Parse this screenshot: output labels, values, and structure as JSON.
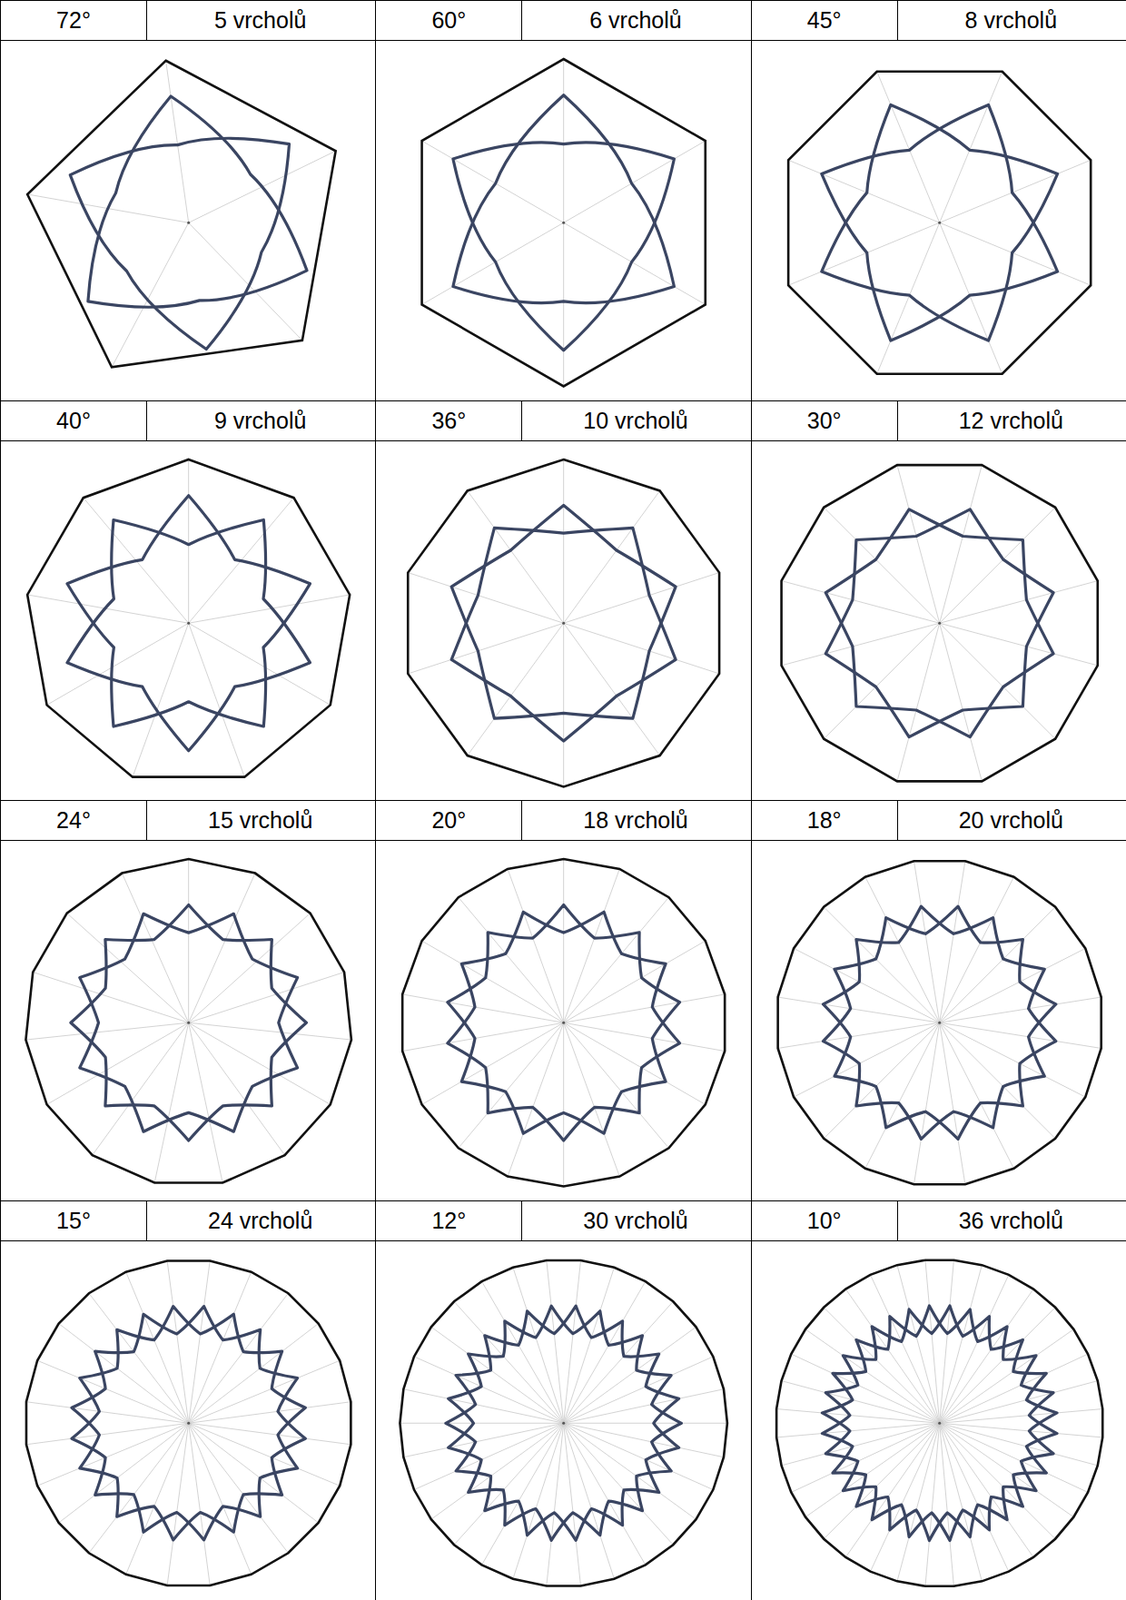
{
  "diagram": {
    "labels": [
      "72°",
      "5 vrcholů",
      "60°",
      "6 vrcholů",
      "45°",
      "8 vrcholů",
      "40°",
      "9 vrcholů",
      "36°",
      "10 vrcholů",
      "30°",
      "12 vrcholů",
      "24°",
      "15 vrcholů",
      "20°",
      "18 vrcholů",
      "18°",
      "20 vrcholů",
      "15°",
      "24 vrcholů",
      "12°",
      "30 vrcholů",
      "10°",
      "36 vrcholů"
    ]
  }
}
